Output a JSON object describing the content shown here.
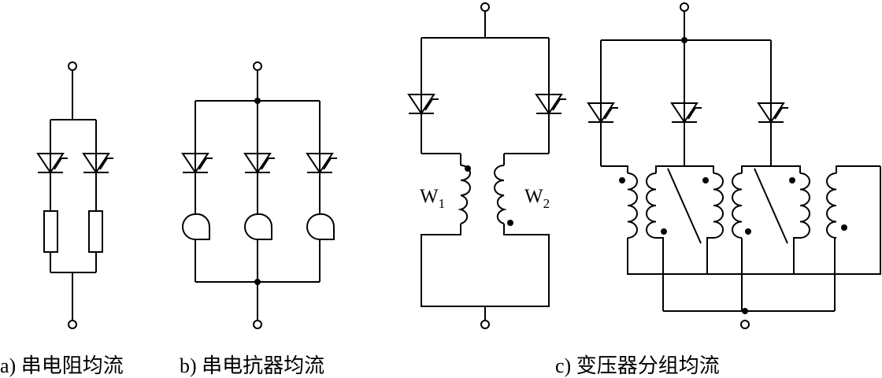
{
  "captions": {
    "a": "a) 串电阻均流",
    "b": "b) 串电抗器均流",
    "c": "c) 变压器分组均流"
  },
  "labels": {
    "w1_letter": "W",
    "w1_sub": "1",
    "w2_letter": "W",
    "w2_sub": "2"
  }
}
